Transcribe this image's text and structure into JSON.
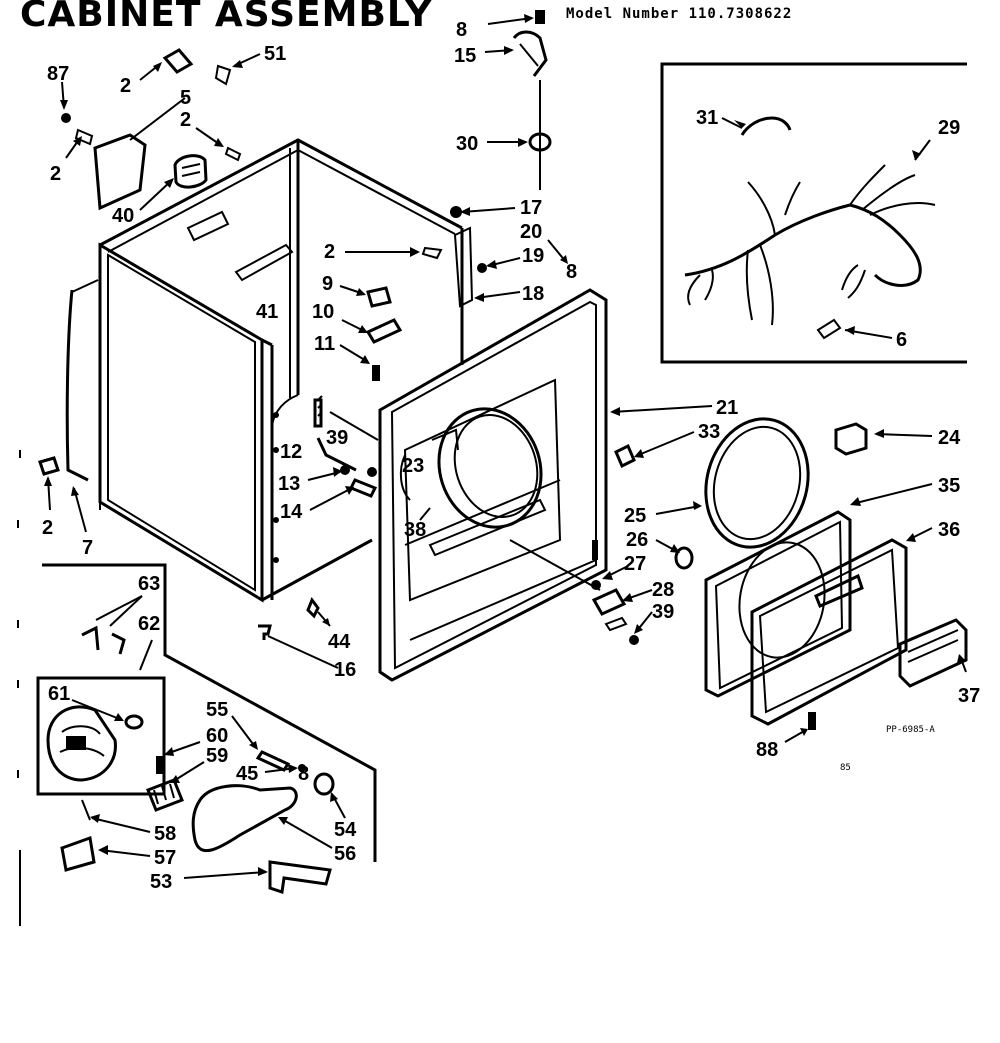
{
  "title": "CABINET ASSEMBLY",
  "model_line": "Model Number 110.7308622",
  "drawing_code": "PP-6985-A",
  "page_mark": "85",
  "callouts": {
    "c87": "87",
    "c2a": "2",
    "c51": "51",
    "c5": "5",
    "c2b": "2",
    "c2c": "2",
    "c40": "40",
    "c8a": "8",
    "c15": "15",
    "c30": "30",
    "c17": "17",
    "c20": "20",
    "c8b": "8",
    "c19": "19",
    "c18": "18",
    "c2d": "2",
    "c9": "9",
    "c10": "10",
    "c11": "11",
    "c41": "41",
    "c31": "31",
    "c29": "29",
    "c6": "6",
    "c21": "21",
    "c33": "33",
    "c24": "24",
    "c35": "35",
    "c36": "36",
    "c12": "12",
    "c39a": "39",
    "c13": "13",
    "c14": "14",
    "c23": "23",
    "c38": "38",
    "c25": "25",
    "c26": "26",
    "c27": "27",
    "c28": "28",
    "c39b": "39",
    "c2e": "2",
    "c7": "7",
    "c44": "44",
    "c16": "16",
    "c37": "37",
    "c88": "88",
    "c63": "63",
    "c62": "62",
    "c61": "61",
    "c55": "55",
    "c60": "60",
    "c59": "59",
    "c45": "45",
    "c8c": "8",
    "c54": "54",
    "c56": "56",
    "c58": "58",
    "c57": "57",
    "c53": "53"
  }
}
